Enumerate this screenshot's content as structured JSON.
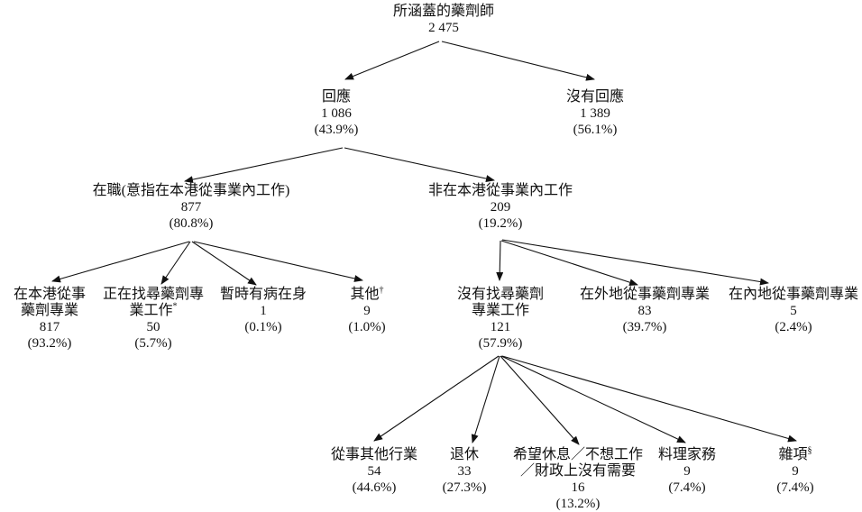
{
  "nodes": {
    "root": {
      "label": "所涵蓋的藥劑師",
      "value": "2 475"
    },
    "responded": {
      "label": "回應",
      "value": "1 086",
      "pct": "(43.9%)"
    },
    "no_response": {
      "label": "沒有回應",
      "value": "1 389",
      "pct": "(56.1%)"
    },
    "working": {
      "label": "在職(意指在本港從事業內工作)",
      "value": "877",
      "pct": "(80.8%)"
    },
    "not_in_field": {
      "label": "非在本港從事業內工作",
      "value": "209",
      "pct": "(19.2%)"
    },
    "practising_hk": {
      "label": "在本港從事\n藥劑專業",
      "value": "817",
      "pct": "(93.2%)"
    },
    "seeking_work": {
      "label": "正在找尋藥劑專\n業工作",
      "sup": "*",
      "value": "50",
      "pct": "(5.7%)"
    },
    "sick": {
      "label": "暫時有病在身",
      "value": "1",
      "pct": "(0.1%)"
    },
    "others": {
      "label": "其他",
      "sup": "†",
      "value": "9",
      "pct": "(1.0%)"
    },
    "not_seeking": {
      "label": "沒有找尋藥劑\n專業工作",
      "value": "121",
      "pct": "(57.9%)"
    },
    "overseas": {
      "label": "在外地從事藥劑專業",
      "value": "83",
      "pct": "(39.7%)"
    },
    "mainland": {
      "label": "在內地從事藥劑專業",
      "value": "5",
      "pct": "(2.4%)"
    },
    "other_industry": {
      "label": "從事其他行業",
      "value": "54",
      "pct": "(44.6%)"
    },
    "retired": {
      "label": "退休",
      "value": "33",
      "pct": "(27.3%)"
    },
    "rest": {
      "label": "希望休息／不想工作\n／財政上沒有需要",
      "value": "16",
      "pct": "(13.2%)"
    },
    "housework": {
      "label": "料理家務",
      "value": "9",
      "pct": "(7.4%)"
    },
    "misc": {
      "label": "雜項",
      "sup": "§",
      "value": "9",
      "pct": "(7.4%)"
    }
  },
  "line_color": "#111111"
}
